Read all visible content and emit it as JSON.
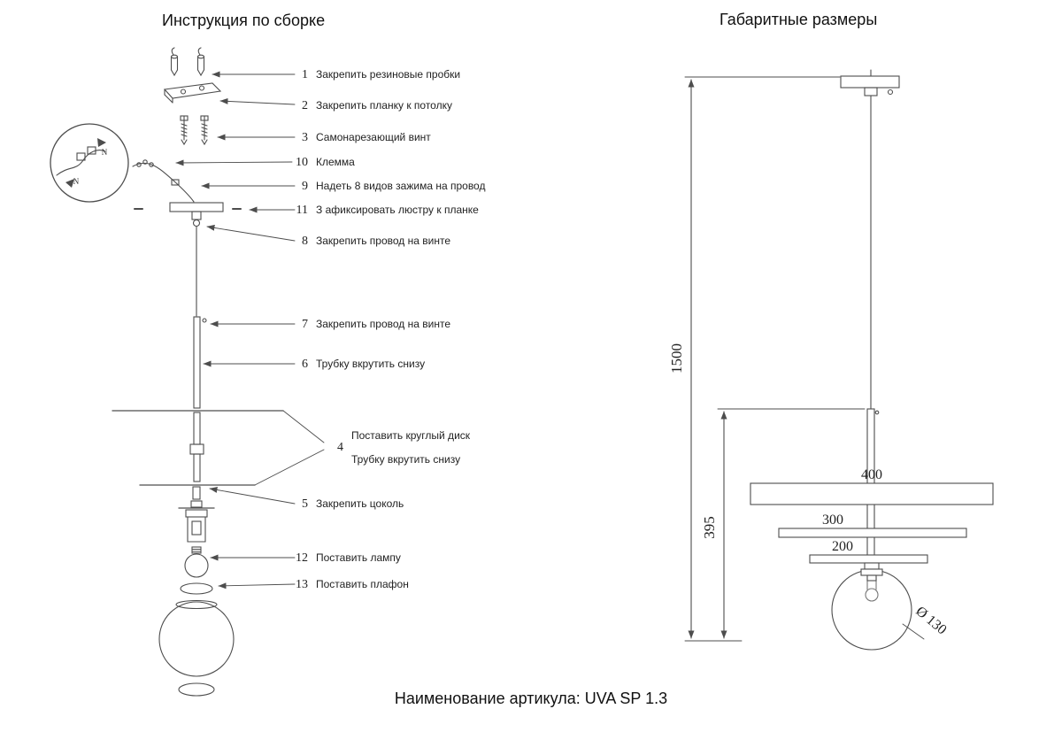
{
  "titles": {
    "left": "Инструкция по сборке",
    "right": "Габаритные размеры"
  },
  "footer": {
    "article": "Наименование артикула: UVA SP 1.3"
  },
  "steps": [
    {
      "num": "1",
      "label": "Закрепить резиновые пробки"
    },
    {
      "num": "2",
      "label": "Закрепить планку к потолку"
    },
    {
      "num": "3",
      "label": "Самонарезающий винт"
    },
    {
      "num": "10",
      "label": "Клемма"
    },
    {
      "num": "9",
      "label": "Надеть 8 видов зажима на провод"
    },
    {
      "num": "11",
      "label": "З афиксировать люстру к планке"
    },
    {
      "num": "8",
      "label": "Закрепить провод на винте"
    },
    {
      "num": "7",
      "label": "Закрепить провод на винте"
    },
    {
      "num": "6",
      "label": "Трубку вкрутить снизу"
    },
    {
      "num": "4",
      "label": "Поставить круглый диск",
      "label2": "Трубку вкрутить снизу"
    },
    {
      "num": "5",
      "label": "Закрепить цоколь"
    },
    {
      "num": "12",
      "label": "Поставить лампу"
    },
    {
      "num": "13",
      "label": "Поставить плафон"
    }
  ],
  "dimensions": {
    "overall_height": "1500",
    "rod_section_height": "395",
    "disk_large": "400",
    "disk_medium": "300",
    "disk_small": "200",
    "globe_diameter": "Ø 130"
  },
  "magnifier": {
    "labels": [
      "N",
      "N"
    ]
  }
}
